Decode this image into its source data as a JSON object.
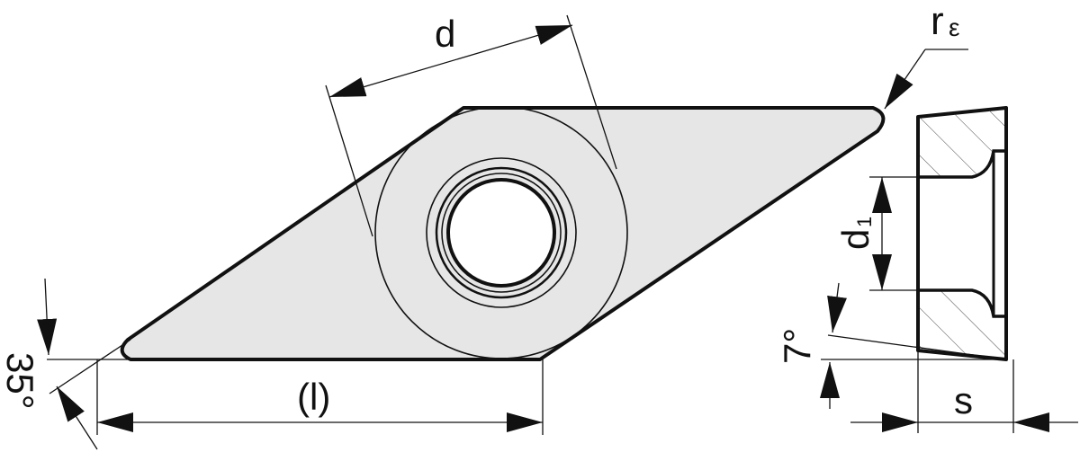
{
  "labels": {
    "inscribed_circle": "d",
    "corner_radius_main": "r",
    "corner_radius_sub": "ε",
    "edge_length": "(l)",
    "clearance_angle": "7°",
    "hole_diameter_main": "d",
    "hole_diameter_sub": "1",
    "thickness": "s",
    "corner_angle": "35°"
  },
  "colors": {
    "insert_fill": "#e6e6e6",
    "line": "#111111",
    "hatch": "#444444"
  }
}
